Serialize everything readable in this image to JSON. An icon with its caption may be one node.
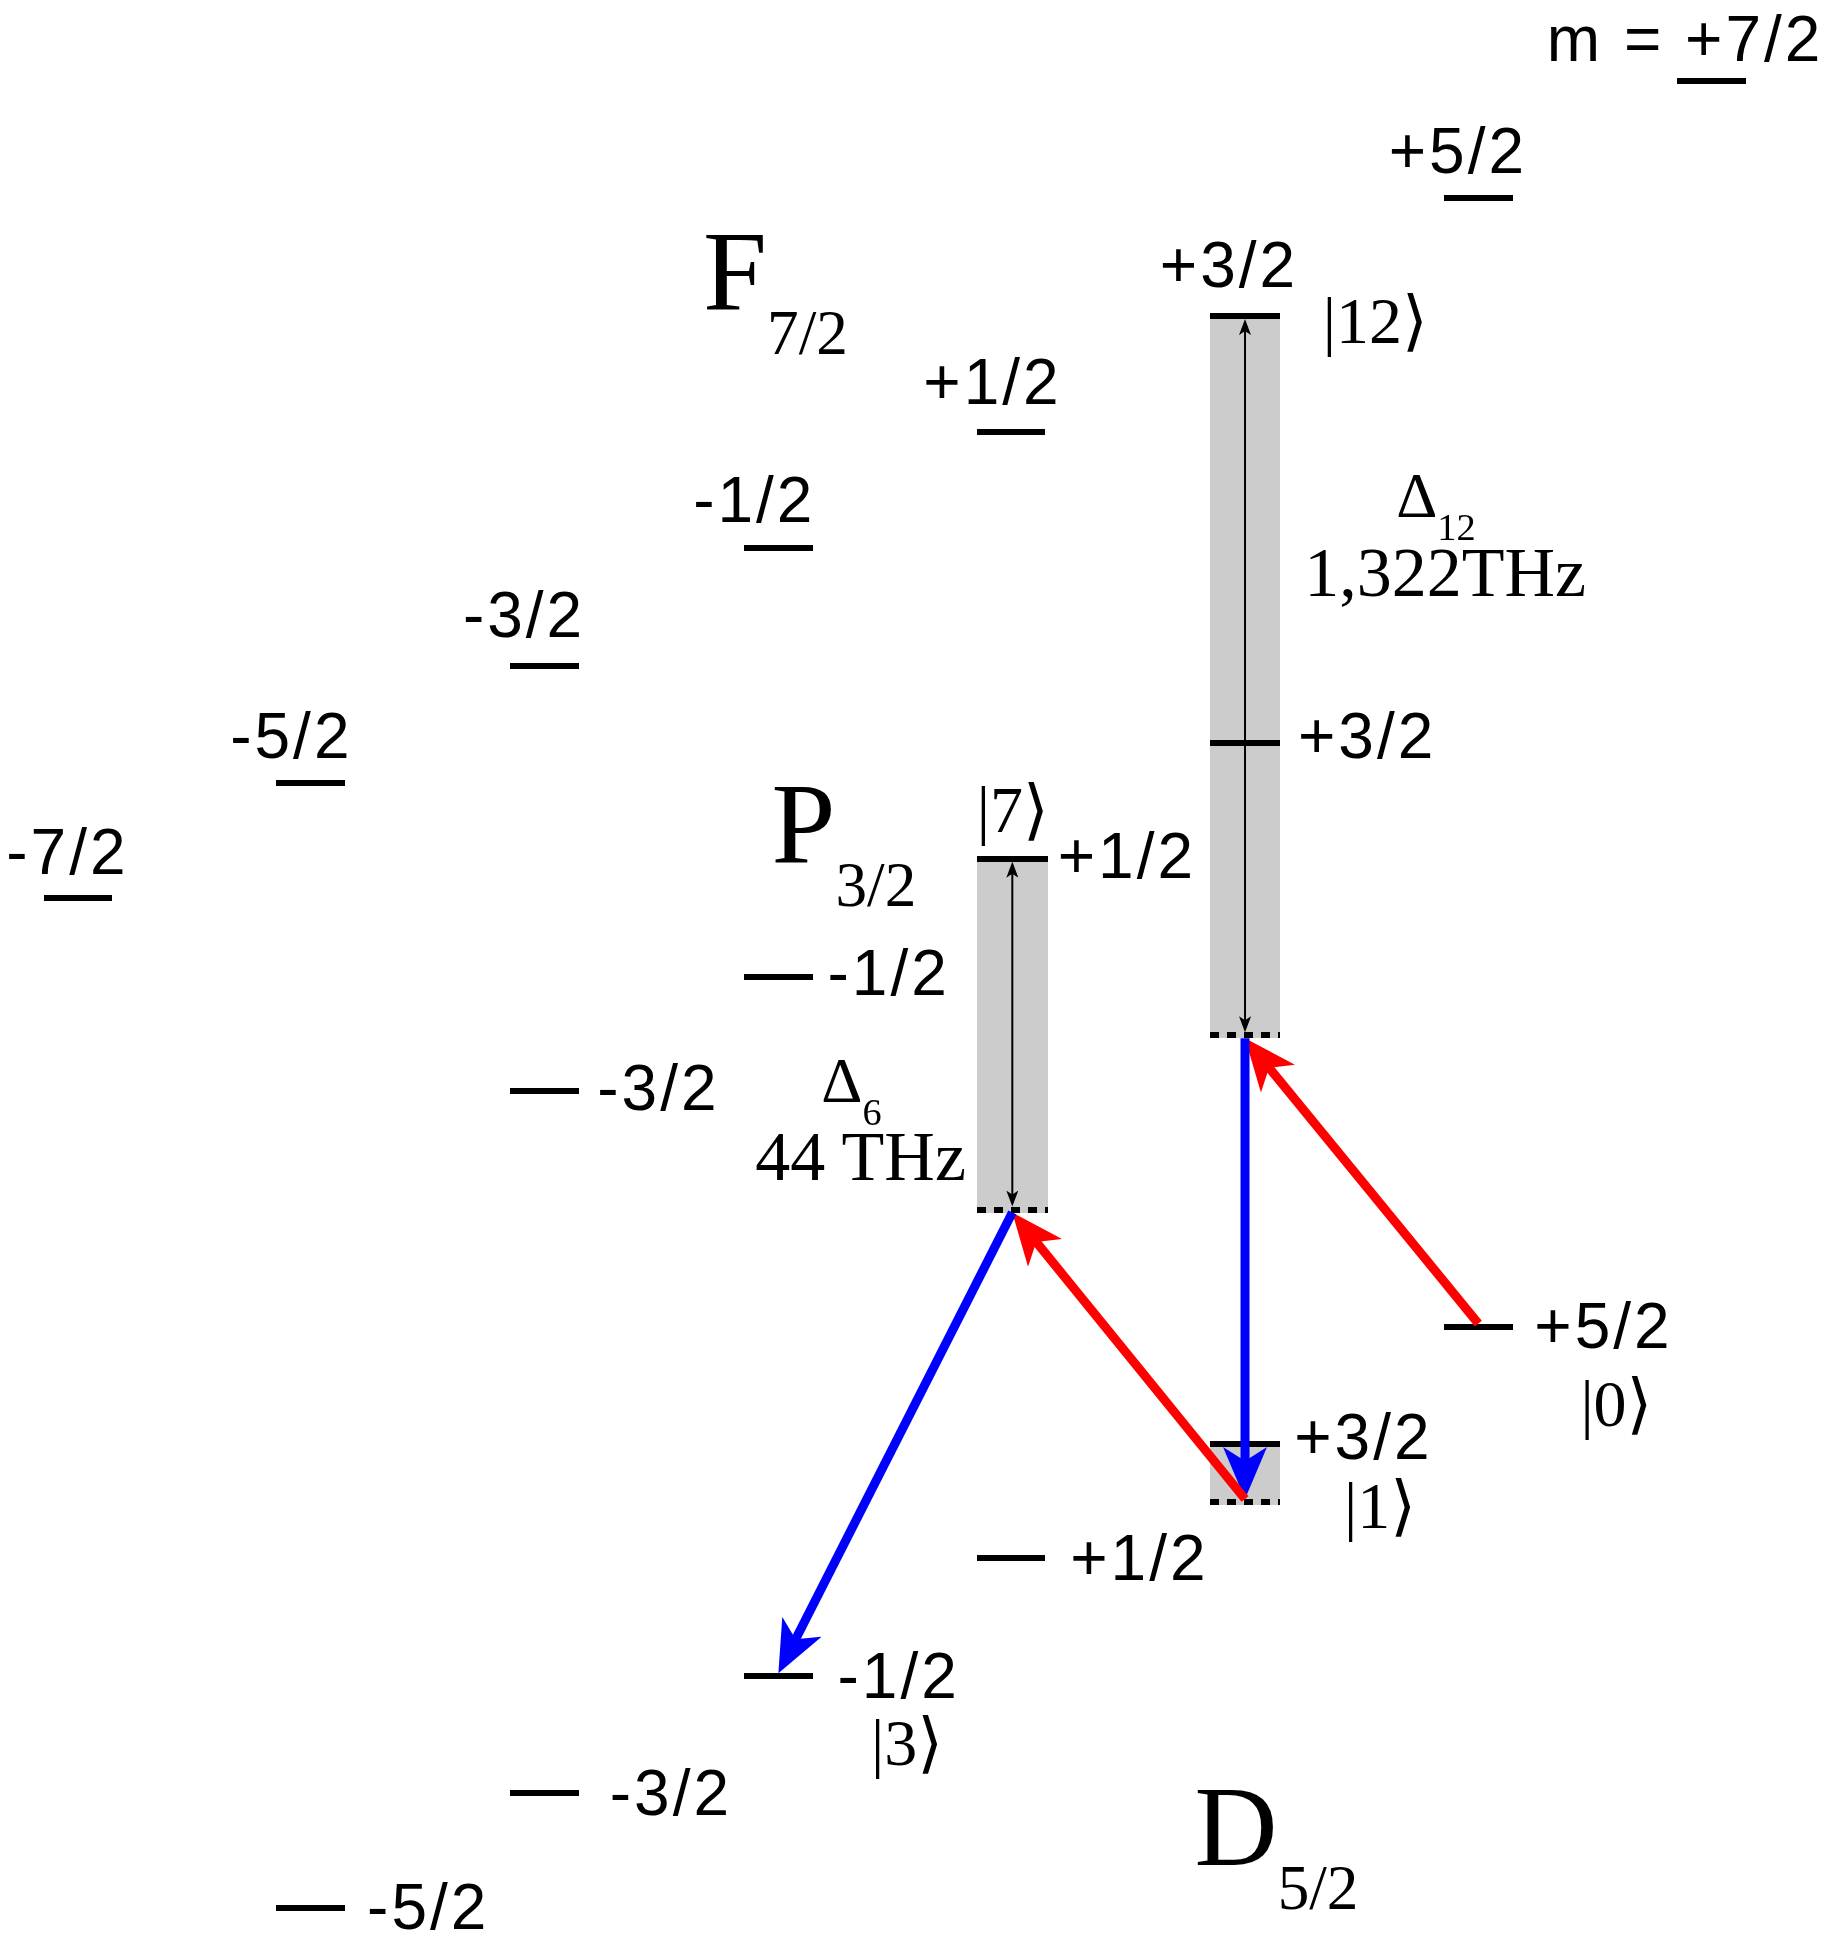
{
  "diagram": {
    "nodes": [
      {
        "text": [],
        "shape": "bar",
        "beside": [
          "m = +7/2"
        ]
      },
      {
        "text": [],
        "shape": "bar",
        "beside": [
          "+5/2"
        ]
      },
      {
        "text": [],
        "shape": "box",
        "beside": [
          "Δ$_{12}$",
          "1,322THz"
        ]
      },
      {
        "text": [],
        "shape": "bar",
        "beside": [
          "+3/2",
          "|12⟩"
        ],
        "in": 2
      },
      {
        "text": [],
        "shape": "bar",
        "beside": [
          "+1/2"
        ]
      },
      {
        "text": [],
        "shape": "bar",
        "beside": [
          "-1/2"
        ]
      },
      {
        "text": [],
        "shape": "bar",
        "beside": [
          "-3/2"
        ]
      },
      {
        "text": [],
        "shape": "bar",
        "beside": [
          "-5/2"
        ]
      },
      {
        "text": [],
        "shape": "bar",
        "beside": [
          "-7/2"
        ]
      },
      {
        "text": [],
        "shape": "bar",
        "beside": [
          "+3/2"
        ],
        "in": 2
      },
      {
        "text": [],
        "shape": "box",
        "beside": [
          "Δ$_{6}$",
          "44 THz"
        ]
      },
      {
        "text": [],
        "shape": "bar",
        "beside": [
          "|7⟩",
          "+1/2"
        ],
        "in": 10
      },
      {
        "text": [],
        "shape": "bar",
        "beside": [
          "-1/2"
        ]
      },
      {
        "text": [],
        "shape": "bar",
        "beside": [
          "-3/2"
        ]
      },
      {
        "text": [],
        "shape": "line",
        "in": 2
      },
      {
        "text": [],
        "shape": "line",
        "in": 10
      },
      {
        "text": [],
        "shape": "bar",
        "beside": [
          "+5/2",
          "|0⟩"
        ]
      },
      {
        "text": [],
        "shape": "box"
      },
      {
        "text": [],
        "shape": "bar",
        "beside": [
          "+3/2",
          "|1⟩"
        ],
        "in": 17
      },
      {
        "text": [],
        "shape": "line",
        "in": 17
      },
      {
        "text": [],
        "shape": "bar",
        "beside": [
          "+1/2"
        ]
      },
      {
        "text": [],
        "shape": "bar",
        "beside": [
          "-1/2",
          "|3⟩"
        ]
      },
      {
        "text": [],
        "shape": "bar",
        "beside": [
          "-3/2"
        ]
      },
      {
        "text": [],
        "shape": "bar",
        "beside": [
          "-5/2"
        ]
      }
    ],
    "edges": [
      {
        "from": 16,
        "to": 14,
        "arrow": "to",
        "color": "#ff0000"
      },
      {
        "from": 14,
        "to": 19,
        "arrow": "to",
        "color": "#0000ff"
      },
      {
        "from": 19,
        "to": 15,
        "arrow": "to",
        "color": "#ff0000"
      },
      {
        "from": 15,
        "to": 21,
        "arrow": "to",
        "color": "#0000ff"
      },
      {
        "from": 3,
        "to": 14,
        "arrow": "both",
        "color": "#000000"
      },
      {
        "from": 11,
        "to": 15,
        "arrow": "both",
        "color": "#000000"
      }
    ],
    "labels": [
      "F$_{7/2}$",
      "P$_{3/2}$",
      "D$_{5/2}$"
    ]
  }
}
